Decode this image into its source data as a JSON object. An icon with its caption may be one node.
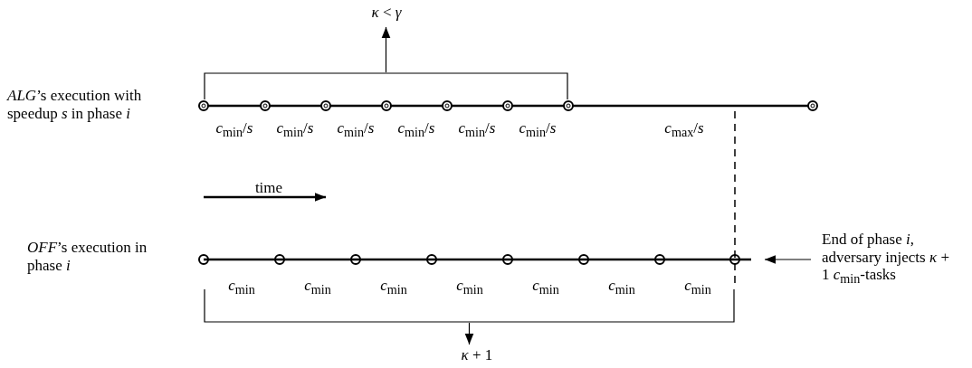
{
  "diagram": {
    "nodes": [
      {
        "text": [
          "*κ* < *γ*"
        ]
      },
      {
        "text": [],
        "shape": "bracket"
      },
      {
        "text": [],
        "shape": "bracket"
      },
      {
        "text": [
          "*κ* + 1"
        ]
      },
      {
        "text": [
          "End of phase *i*, adversary injects *κ* + 1 *c*$_{min}$-tasks"
        ]
      }
    ],
    "edges": [
      {
        "from": 1,
        "to": 0,
        "arrow": "to"
      },
      {
        "from": 2,
        "to": 3,
        "arrow": "to"
      },
      {
        "from": 4,
        "to": null,
        "arrow": "to"
      }
    ],
    "labels": [
      "*ALG*’s execution with speedup *s* in phase *i*",
      "*c*$_{min}$/*s*",
      "*c*$_{min}$/*s*",
      "*c*$_{min}$/*s*",
      "*c*$_{min}$/*s*",
      "*c*$_{min}$/*s*",
      "*c*$_{min}$/*s*",
      "*c*$_{max}$/*s*",
      "time",
      "*OFF*’s execution in phase *i*",
      "*c*$_{min}$",
      "*c*$_{min}$",
      "*c*$_{min}$",
      "*c*$_{min}$",
      "*c*$_{min}$",
      "*c*$_{min}$",
      "*c*$_{min}$"
    ]
  }
}
